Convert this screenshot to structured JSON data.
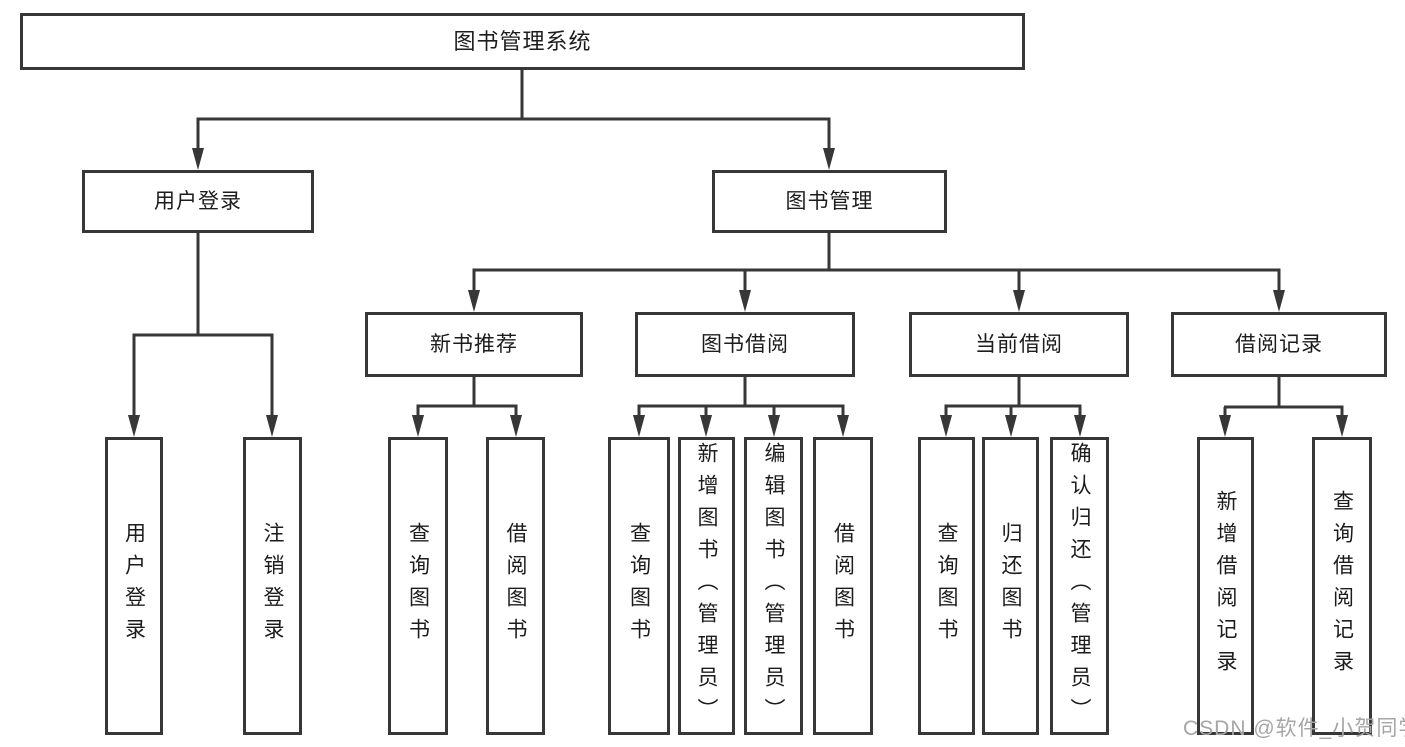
{
  "diagram_title": "图书管理系统",
  "tree": {
    "label": "图书管理系统",
    "children": [
      {
        "label": "用户登录",
        "children": [
          {
            "label": "用户登录"
          },
          {
            "label": "注销登录"
          }
        ]
      },
      {
        "label": "图书管理",
        "children": [
          {
            "label": "新书推荐",
            "children": [
              {
                "label": "查询图书"
              },
              {
                "label": "借阅图书"
              }
            ]
          },
          {
            "label": "图书借阅",
            "children": [
              {
                "label": "查询图书"
              },
              {
                "label": "新增图书（管理员）"
              },
              {
                "label": "编辑图书（管理员）"
              },
              {
                "label": "借阅图书"
              }
            ]
          },
          {
            "label": "当前借阅",
            "children": [
              {
                "label": "查询图书"
              },
              {
                "label": "归还图书"
              },
              {
                "label": "确认归还（管理员）"
              }
            ]
          },
          {
            "label": "借阅记录",
            "children": [
              {
                "label": "新增借阅记录"
              },
              {
                "label": "查询借阅记录"
              }
            ]
          }
        ]
      }
    ]
  },
  "watermark": "CSDN @软件_小贺同学",
  "style": {
    "line_color": "#373737",
    "text_color": "#1c1c1c",
    "watermark_color": "#a6a6a6",
    "background_color": "#ffffff"
  }
}
